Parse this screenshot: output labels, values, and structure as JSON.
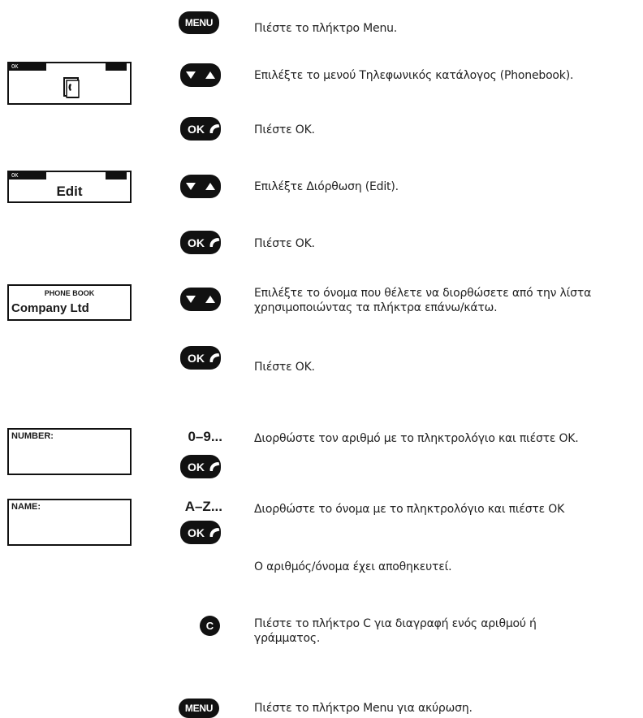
{
  "keys": {
    "menu": "MENU",
    "ok": "OK",
    "c": "C",
    "digits": "0–9...",
    "letters": "A–Z..."
  },
  "displays": {
    "phonebook": {
      "flag": "OK"
    },
    "edit": {
      "flag": "OK",
      "text": "Edit"
    },
    "list": {
      "title": "PHONE BOOK",
      "entry": "Company Ltd"
    },
    "number": {
      "label": "NUMBER:"
    },
    "name": {
      "label": "NAME:"
    }
  },
  "steps": [
    "Πιέστε το πλήκτρο Menu.",
    "Επιλέξτε το μενού Τηλεφωνικός κατάλογος (Phonebook).",
    "Πιέστε OK.",
    "Επιλέξτε Διόρθωση (Edit).",
    "Πιέστε OK.",
    "Επιλέξτε το όνομα που θέλετε να διορθώσετε από την λίστα χρησιμοποιώντας τα πλήκτρα επάνω/κάτω.",
    "Πιέστε OK.",
    "Διορθώστε τον αριθμό με το πληκτρολόγιο και πιέστε OK.",
    "Διορθώστε το όνομα με το πληκτρολόγιο και πιέστε OK",
    "Ο αριθμός/όνομα έχει αποθηκευτεί.",
    "Πιέστε το πλήκτρο C για διαγραφή ενός αριθμού ή γράμματος.",
    "Πιέστε το πλήκτρο Menu για ακύρωση."
  ]
}
